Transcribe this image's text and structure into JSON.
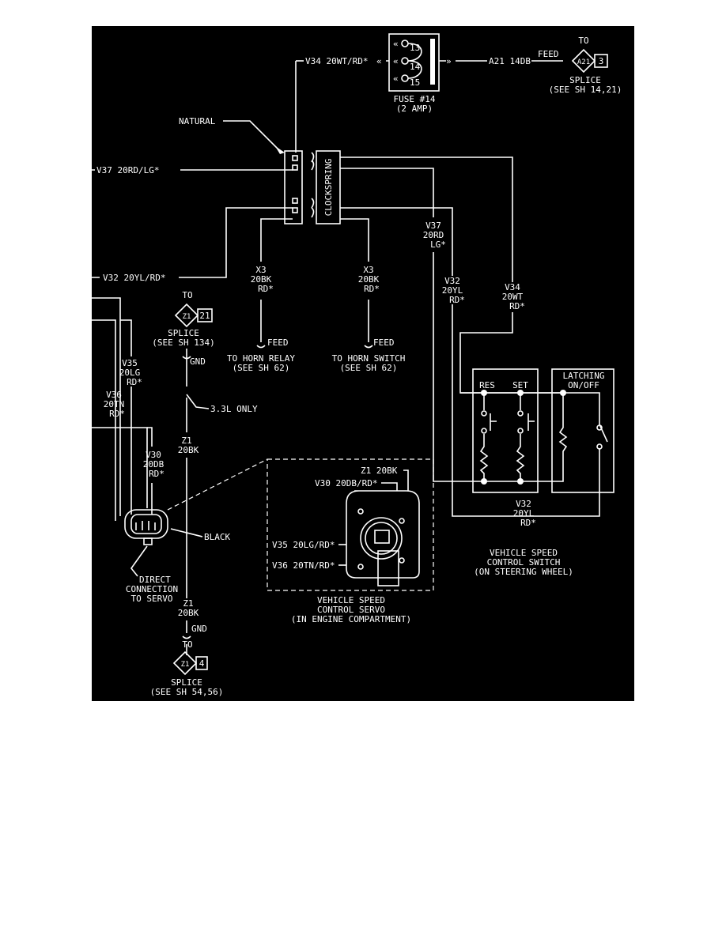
{
  "colors": {
    "background": "#000000",
    "foreground": "#ffffff",
    "page": "#ffffff"
  },
  "fuse": {
    "pins": [
      "13",
      "14",
      "15"
    ],
    "name": "FUSE #14",
    "rating": "(2 AMP)"
  },
  "wires": {
    "v34_top": "V34 20WT/RD*",
    "a21": "A21 14DB",
    "feed_top": "FEED",
    "v37_left": "V37 20RD/LG*",
    "v32_left": "V32 20YL/RD*",
    "x3_a": [
      "X3",
      "20BK",
      "RD*"
    ],
    "x3_b": [
      "X3",
      "20BK",
      "RD*"
    ],
    "v37_right": [
      "V37",
      "20RD",
      "LG*"
    ],
    "v32_mid": [
      "V32",
      "20YL",
      "RD*"
    ],
    "v34_right": [
      "V34",
      "20WT",
      "RD*"
    ],
    "v35": [
      "V35",
      "20LG",
      "RD*"
    ],
    "v36": [
      "V36",
      "20TN",
      "RD*"
    ],
    "v30": [
      "V30",
      "20DB",
      "RD*"
    ],
    "z1_upper": [
      "Z1",
      "20BK"
    ],
    "z1_lower": [
      "Z1",
      "20BK"
    ],
    "v32_bottom": [
      "V32",
      "20YL",
      "RD*"
    ]
  },
  "labels": {
    "natural": "NATURAL",
    "clockspring": "CLOCKSPRING",
    "black": "BLACK",
    "only_33l": "3.3L ONLY",
    "feed_a": "FEED",
    "feed_b": "FEED",
    "gnd_upper": "GND",
    "gnd_lower": "GND",
    "to_horn_relay": [
      "TO HORN RELAY",
      "(SEE SH 62)"
    ],
    "to_horn_switch": [
      "TO HORN SWITCH",
      "(SEE SH 62)"
    ],
    "direct_connection": [
      "DIRECT",
      "CONNECTION",
      "TO SERVO"
    ]
  },
  "splices": {
    "a21": {
      "to": "TO",
      "code": "A21",
      "num": "3",
      "label": [
        "SPLICE",
        "(SEE SH 14,21)"
      ]
    },
    "z1_upper": {
      "to": "TO",
      "code": "Z1",
      "num": "21",
      "label": [
        "SPLICE",
        "(SEE SH 134)"
      ]
    },
    "z1_lower": {
      "to": "TO",
      "code": "Z1",
      "num": "4",
      "label": [
        "SPLICE",
        "(SEE SH 54,56)"
      ]
    }
  },
  "switch": {
    "res": "RES",
    "set": "SET",
    "latching": [
      "LATCHING",
      "ON/OFF"
    ],
    "caption": [
      "VEHICLE SPEED",
      "CONTROL SWITCH",
      "(ON STEERING WHEEL)"
    ]
  },
  "servo": {
    "pins": [
      "Z1 20BK",
      "V30 20DB/RD*",
      "V35 20LG/RD*",
      "V36 20TN/RD*"
    ],
    "caption": [
      "VEHICLE SPEED",
      "CONTROL SERVO",
      "(IN ENGINE COMPARTMENT)"
    ]
  }
}
